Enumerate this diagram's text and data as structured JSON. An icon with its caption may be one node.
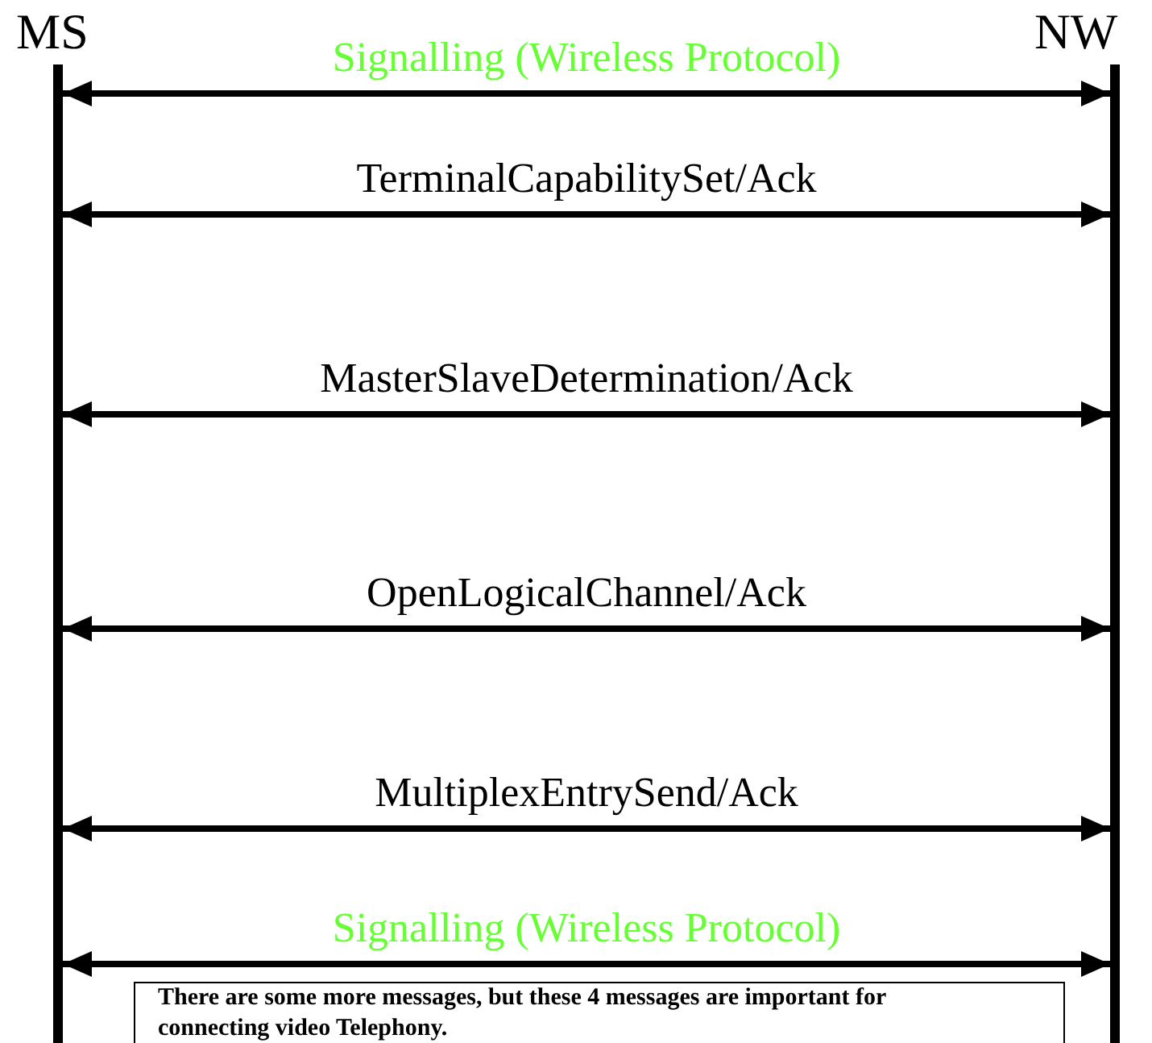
{
  "diagram": {
    "nodes": [
      {
        "text": [
          "MS"
        ]
      },
      {
        "text": [
          "NW"
        ]
      },
      {
        "text": [
          "There are some more messages, but these 4 messages are important for connecting video Telephony."
        ]
      }
    ],
    "edges": [
      {
        "from": 0,
        "to": 1,
        "arrow": "both",
        "label": "Signalling (Wireless Protocol)"
      },
      {
        "from": 0,
        "to": 1,
        "arrow": "both",
        "label": "TerminalCapabilitySet/Ack"
      },
      {
        "from": 0,
        "to": 1,
        "arrow": "both",
        "label": "MasterSlaveDetermination/Ack"
      },
      {
        "from": 0,
        "to": 1,
        "arrow": "both",
        "label": "OpenLogicalChannel/Ack"
      },
      {
        "from": 0,
        "to": 1,
        "arrow": "both",
        "label": "MultiplexEntrySend/Ack"
      },
      {
        "from": 0,
        "to": 1,
        "arrow": "both",
        "label": "Signalling (Wireless Protocol)"
      }
    ]
  }
}
